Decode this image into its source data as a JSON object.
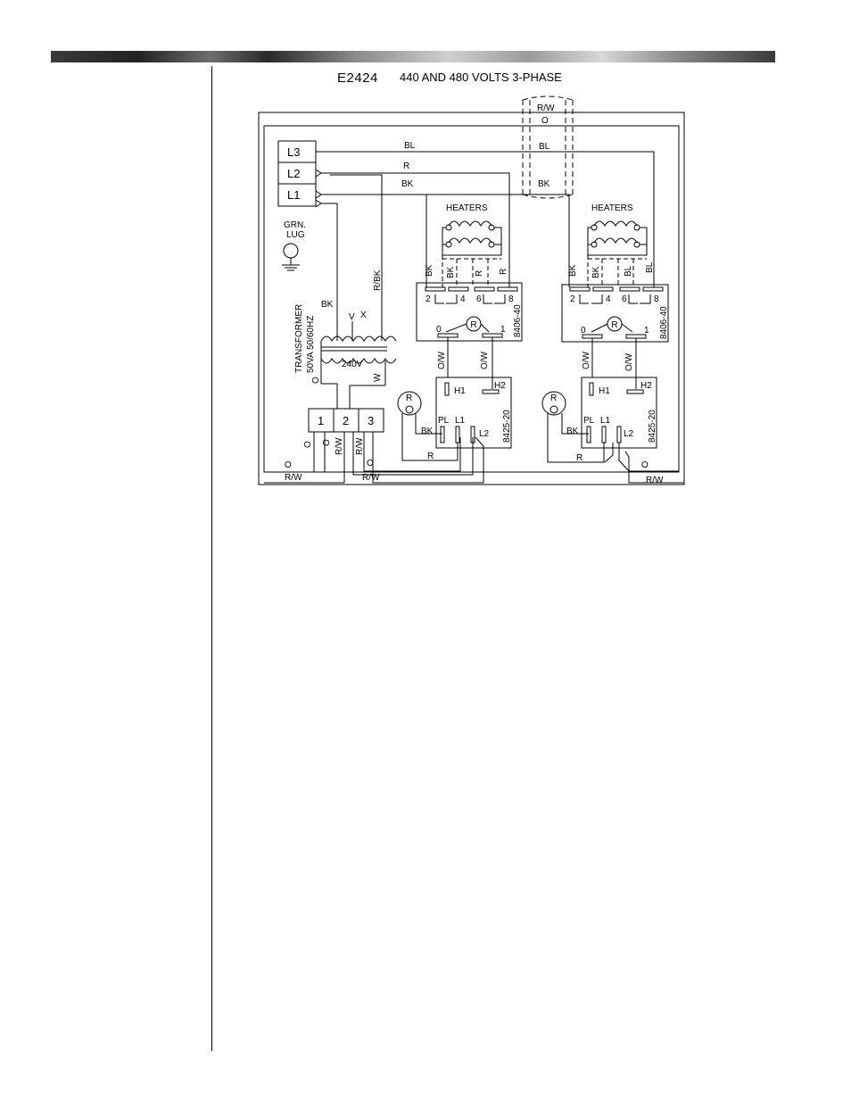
{
  "title": {
    "model": "E2424",
    "desc": "440 AND 480 VOLTS 3-PHASE"
  },
  "terminals": {
    "l3": "L3",
    "l2": "L2",
    "l1": "L1"
  },
  "ground": {
    "line1": "GRN.",
    "line2": "LUG"
  },
  "wires": {
    "top_bl": "BL",
    "top_r": "R",
    "top_bk": "BK",
    "bundle_rw": "R/W",
    "bundle_o": "O",
    "bundle_bl": "BL",
    "bundle_bk": "BK",
    "bk_left": "BK",
    "r_bk": "R/BK",
    "bk_relay_a": "BK",
    "o_ow_a1": "O/W",
    "o_ow_a2": "O/W",
    "o_ow_b1": "O/W",
    "o_ow_b2": "O/W",
    "r_a": "R",
    "r_b": "R",
    "bk_thermo_a": "BK",
    "bk_thermo_b": "BK",
    "o_bottom_left": "O",
    "rw_bottom_left": "R/W",
    "o_mid": "O",
    "rw_mid": "R/W",
    "o_right": "O",
    "rw_right": "R/W",
    "o_term1": "O",
    "o_term1b": "O",
    "rw_term2": "R/W",
    "rw_term3": "R/W",
    "xfmr_o": "O",
    "xfmr_w": "W",
    "heater_a_bk": "BK",
    "heater_a_bk2": "BK",
    "heater_a_r1": "R",
    "heater_a_r2": "R",
    "heater_b_bk": "BK",
    "heater_b_bk2": "BK",
    "heater_b_bl1": "BL",
    "heater_b_bl2": "BL"
  },
  "transformer": {
    "name": "TRANSFORMER",
    "rating": "50VA 50/60HZ",
    "secondary": "240V",
    "tap_v": "V",
    "tap_x": "X"
  },
  "terminal_block": {
    "t1": "1",
    "t2": "2",
    "t3": "3"
  },
  "heaters_a": {
    "label": "HEATERS"
  },
  "heaters_b": {
    "label": "HEATERS"
  },
  "relay_a": {
    "part": "8406-40",
    "p2": "2",
    "p4": "4",
    "p6": "6",
    "p8": "8",
    "p0": "0",
    "p1": "1",
    "coil": "R"
  },
  "relay_b": {
    "part": "8406-40",
    "p2": "2",
    "p4": "4",
    "p6": "6",
    "p8": "8",
    "p0": "0",
    "p1": "1",
    "coil": "R"
  },
  "thermostat_a": {
    "part": "8425-20",
    "h1": "H1",
    "h2": "H2",
    "pl": "PL",
    "l1": "L1",
    "l2": "L2"
  },
  "thermostat_b": {
    "part": "8425-20",
    "h1": "H1",
    "h2": "H2",
    "pl": "PL",
    "l1": "L1",
    "l2": "L2"
  },
  "pilot_a": {
    "label": "R"
  },
  "pilot_b": {
    "label": "R"
  }
}
